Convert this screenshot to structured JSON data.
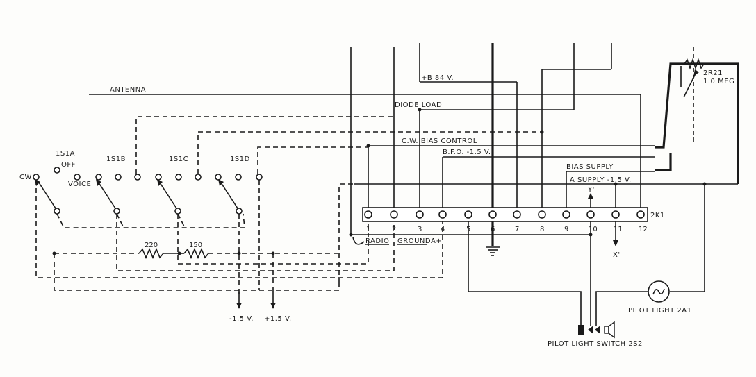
{
  "labels": {
    "antenna": "ANTENNA",
    "b_plus": "+B 84 V.",
    "diode_load": "DIODE LOAD",
    "cw_bias": "C.W. BIAS CONTROL",
    "bfo": "B.F.O. -1.5 V.",
    "bias_supply": "BIAS SUPPLY",
    "a_supply": "A SUPPLY -1.5 V.",
    "pot_name": "2R21",
    "pot_value": "1.0 MEG",
    "y_prime": "Y'",
    "x_prime": "X'",
    "block": "2K1",
    "radio_ground": "RADIO",
    "ground": "GROUND",
    "a_plus": "A+",
    "pilot_light": "PILOT LIGHT 2A1",
    "pilot_switch": "PILOT LIGHT SWITCH 2S2",
    "neg_15": "-1.5 V.",
    "pos_15": "+1.5 V.",
    "r220": "220",
    "r150": "150",
    "sw_1s1a": "1S1A",
    "sw_1s1b": "1S1B",
    "sw_1s1c": "1S1C",
    "sw_1s1d": "1S1D",
    "off": "OFF",
    "voice": "VOICE",
    "cw": "CW"
  },
  "terminals": [
    "1",
    "2",
    "3",
    "4",
    "5",
    "6",
    "7",
    "8",
    "9",
    "10",
    "11",
    "12"
  ]
}
